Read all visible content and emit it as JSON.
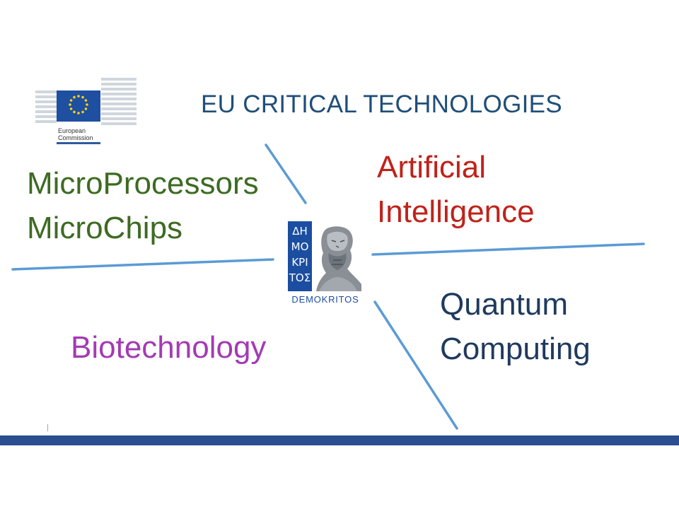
{
  "slide": {
    "title": "EU CRITICAL TECHNOLOGIES",
    "quadrants": {
      "top_left": [
        "MicroProcessors",
        "MicroChips"
      ],
      "top_right": [
        "Artificial",
        "Intelligence"
      ],
      "bottom_right": [
        "Quantum",
        "Computing"
      ],
      "bottom_left": [
        "Biotechnology"
      ]
    }
  },
  "logos": {
    "european_commission": {
      "line1": "European",
      "line2": "Commission",
      "flag_color": "#1f4fa0",
      "star_color": "#f7d117"
    },
    "democritos": {
      "letters": [
        "ΔΗ",
        "ΜΟ",
        "ΚΡΙ",
        "ΤΟΣ"
      ],
      "name": "DEMOKRITOS",
      "color": "#1b4ea0"
    }
  },
  "colors": {
    "title": "#1f4e79",
    "microchips": "#3d6b22",
    "ai": "#c0221a",
    "quantum": "#1f3a5f",
    "biotech": "#a43ab4",
    "divider_lines": "#5b9bd5",
    "bottom_band": "#2a4e8f"
  }
}
